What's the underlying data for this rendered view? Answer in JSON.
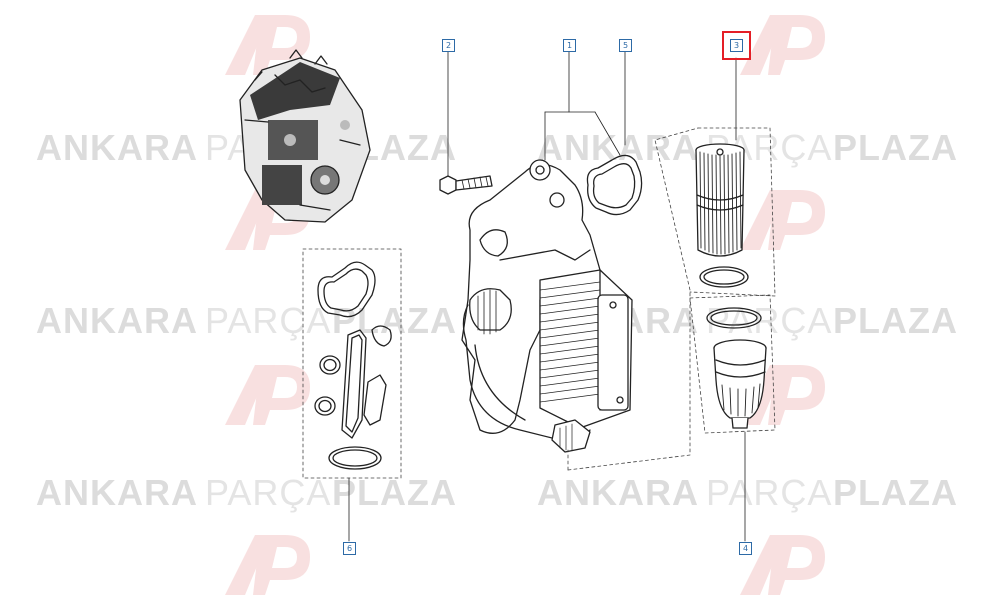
{
  "watermark": {
    "word1": "ANKARA",
    "word2": "PARÇA",
    "word3": "PLAZA",
    "logo_color": "#f3c7c7",
    "text_color": "#dcdcdc"
  },
  "callouts": [
    {
      "id": "1",
      "label": "1"
    },
    {
      "id": "2",
      "label": "2"
    },
    {
      "id": "3",
      "label": "3",
      "selected": true
    },
    {
      "id": "4",
      "label": "4"
    },
    {
      "id": "5",
      "label": "5"
    },
    {
      "id": "6",
      "label": "6"
    }
  ],
  "colors": {
    "line": "#222222",
    "callout_border": "#2d6aa6",
    "highlight": "#e41e26"
  }
}
